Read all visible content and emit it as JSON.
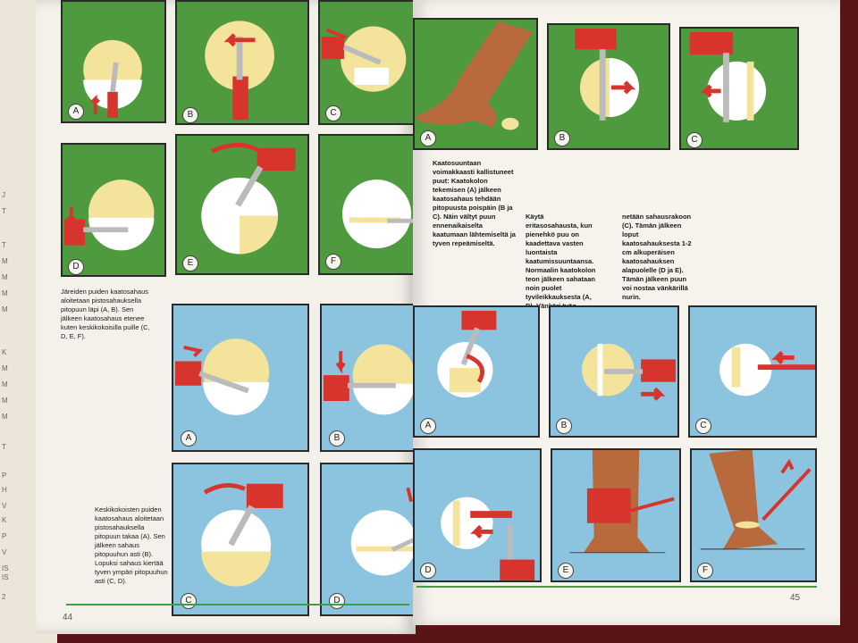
{
  "left_page": {
    "number": "44",
    "caption_1": "Järeiden puiden kaatosahaus aloitetaan pistosahauksella pitopuun läpi (A, B). Sen jälkeen kaatosahaus etenee kuten keskikokoisilla puille (C, D, E, F).",
    "caption_2": "Keskikokoisten puiden kaatosahaus aloitetaan pistosahauksella pitopuun takaa (A). Sen jälkeen sahaus pitopuuhun asti (B). Lopuksi sahaus kiertää tyven ympäri pitopuuhun asti (C, D).",
    "panel_labels": [
      "A",
      "B",
      "C",
      "D",
      "E",
      "F",
      "A",
      "B",
      "C",
      "D"
    ]
  },
  "right_page": {
    "number": "45",
    "caption_top": "Kaatosuuntaan voimakkaasti kallistuneet puut: Kaatokolon tekemisen (A) jälkeen kaatosahaus tehdään pitopuusta poispäin (B ja C). Näin vältyt puun ennenaikaiselta kaatumaan lähtemiseltä ja tyven repeämiseltä.",
    "caption_mid_1": "Käytä eritasosahausta, kun pienehkö puu on kaadettava vasten luontaista kaatumissuuntaansa. Normaalin kaatokolon teon jälkeen sahataan noin puolet tyvileikkauksesta (A, B). Vänkäri työn-",
    "caption_mid_2": "netään sahausrakoon (C). Tämän jälkeen loput kaatosahauksesta 1-2 cm alkuperäisen kaatosahauksen alapuolelle (D ja E). Tämän jälkeen puun voi nostaa vänkärillä nurin.",
    "panel_labels": [
      "A",
      "B",
      "C",
      "A",
      "B",
      "C",
      "D",
      "E",
      "F"
    ]
  },
  "side_margin_chars": [
    "J",
    "T",
    "T",
    "M",
    "M",
    "M",
    "M",
    "K",
    "M",
    "M",
    "M",
    "M",
    "T",
    "P",
    "H",
    "V",
    "K",
    "P",
    "V",
    "IS",
    "IS",
    "2"
  ],
  "colors": {
    "green": "#4f9a3f",
    "blue": "#8cc4df",
    "saw": "#d8342e",
    "arrow": "#d8342e",
    "stump": "#f4e39a",
    "rule": "#3aa046"
  }
}
